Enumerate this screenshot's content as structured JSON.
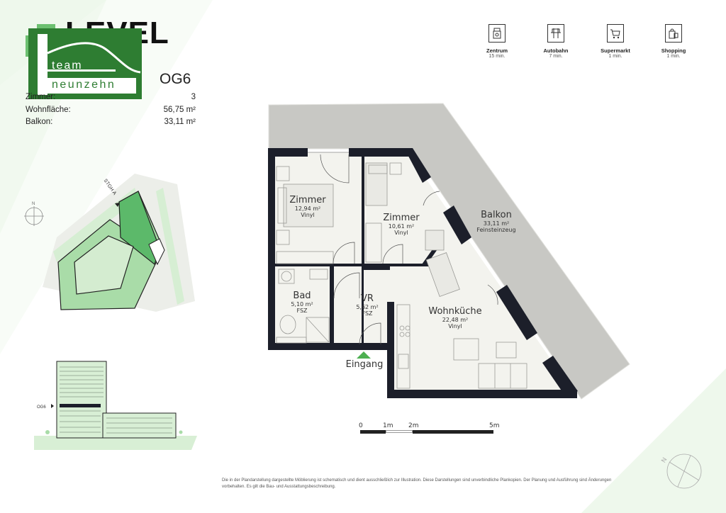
{
  "header": {
    "project_title": "LEVEL",
    "brand_logo": {
      "line1": "team",
      "line2": "neunzehn",
      "color": "#2e7d32"
    },
    "floor": "OG6"
  },
  "specs": [
    {
      "label": "Zimmer:",
      "value": "3"
    },
    {
      "label": "Wohnfläche:",
      "value": "56,75 m²"
    },
    {
      "label": "Balkon:",
      "value": "33,11 m²"
    }
  ],
  "amenities": [
    {
      "icon": "city-center-icon",
      "label": "Zentrum",
      "value": "15 min."
    },
    {
      "icon": "highway-icon",
      "label": "Autobahn",
      "value": "7 min."
    },
    {
      "icon": "shopping-cart-icon",
      "label": "Supermarkt",
      "value": "1 min."
    },
    {
      "icon": "shopping-bag-icon",
      "label": "Shopping",
      "value": "1 min."
    }
  ],
  "site_plan": {
    "staircase_label": "STGH A",
    "north_label": "N"
  },
  "elevation": {
    "floor_marker": "OG6"
  },
  "floorplan": {
    "rooms": [
      {
        "name": "Zimmer",
        "area": "12,94 m²",
        "floor": "Vinyl"
      },
      {
        "name": "Zimmer",
        "area": "10,61 m²",
        "floor": "Vinyl"
      },
      {
        "name": "Balkon",
        "area": "33,11 m²",
        "floor": "Feinsteinzeug"
      },
      {
        "name": "Bad",
        "area": "5,10 m²",
        "floor": "FSZ"
      },
      {
        "name": "VR",
        "area": "5,62 m²",
        "floor": "FSZ"
      },
      {
        "name": "Wohnküche",
        "area": "22,48 m²",
        "floor": "Vinyl"
      }
    ],
    "entrance_label": "Eingang",
    "entrance_color": "#4caf50",
    "wall_color": "#1c1f2a",
    "balcony_color": "#c8c8c4",
    "floor_color": "#f3f3ee"
  },
  "scale_bar": {
    "ticks": [
      "0",
      "1m",
      "2m",
      "5m"
    ]
  },
  "compass": {
    "label": "N"
  },
  "disclaimer": "Die in der Plandarstellung dargestellte Möblierung ist schematisch und dient ausschließlich zur Illustration. Diese Darstellungen sind unverbindliche Plankopien. Der Planung und Ausführung sind Änderungen vorbehalten. Es gilt die Bau- und Ausstattungsbeschreibung.",
  "colors": {
    "accent_light": "#e8f5e6",
    "accent_mid": "#8fd18f",
    "accent_dark": "#5cb96a"
  }
}
